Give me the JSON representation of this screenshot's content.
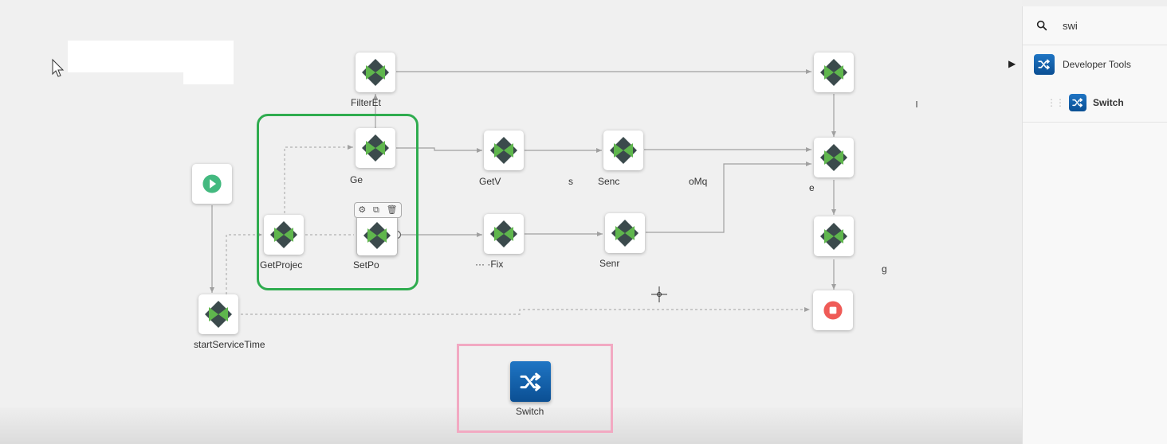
{
  "canvas": {
    "nodes": {
      "filter": {
        "label": "FilterEt"
      },
      "ge": {
        "label": "Ge"
      },
      "get_project": {
        "label": "GetProjec"
      },
      "get_po": {
        "label": "SetPo"
      },
      "get_mid": {
        "label": "GetV"
      },
      "get_mid_suffix": {
        "label": "s"
      },
      "send_top": {
        "label": "Senc"
      },
      "send_top_suffix": {
        "label": "oMq"
      },
      "get_bottom": {
        "label": "··· ·Fix"
      },
      "send_bottom": {
        "label": "Senr"
      },
      "right_mid": {
        "label": "e"
      },
      "right_lower_suffix": {
        "label": "g"
      },
      "start_service": {
        "label": "startServiceTime"
      }
    },
    "new_node": {
      "label": "Switch"
    },
    "colors": {
      "group_border": "#2fac4f",
      "highlight_border": "#f2a9c2",
      "start_green": "#43b97f",
      "stop_red": "#ef5b57"
    }
  },
  "node_toolbar": {
    "settings_glyph": "⚙",
    "copy_glyph": "⧉",
    "delete_glyph": "🗑"
  },
  "panel": {
    "search": {
      "value": "swi",
      "placeholder": ""
    },
    "category": {
      "label": "Developer Tools"
    },
    "tool": {
      "label": "Switch"
    }
  }
}
